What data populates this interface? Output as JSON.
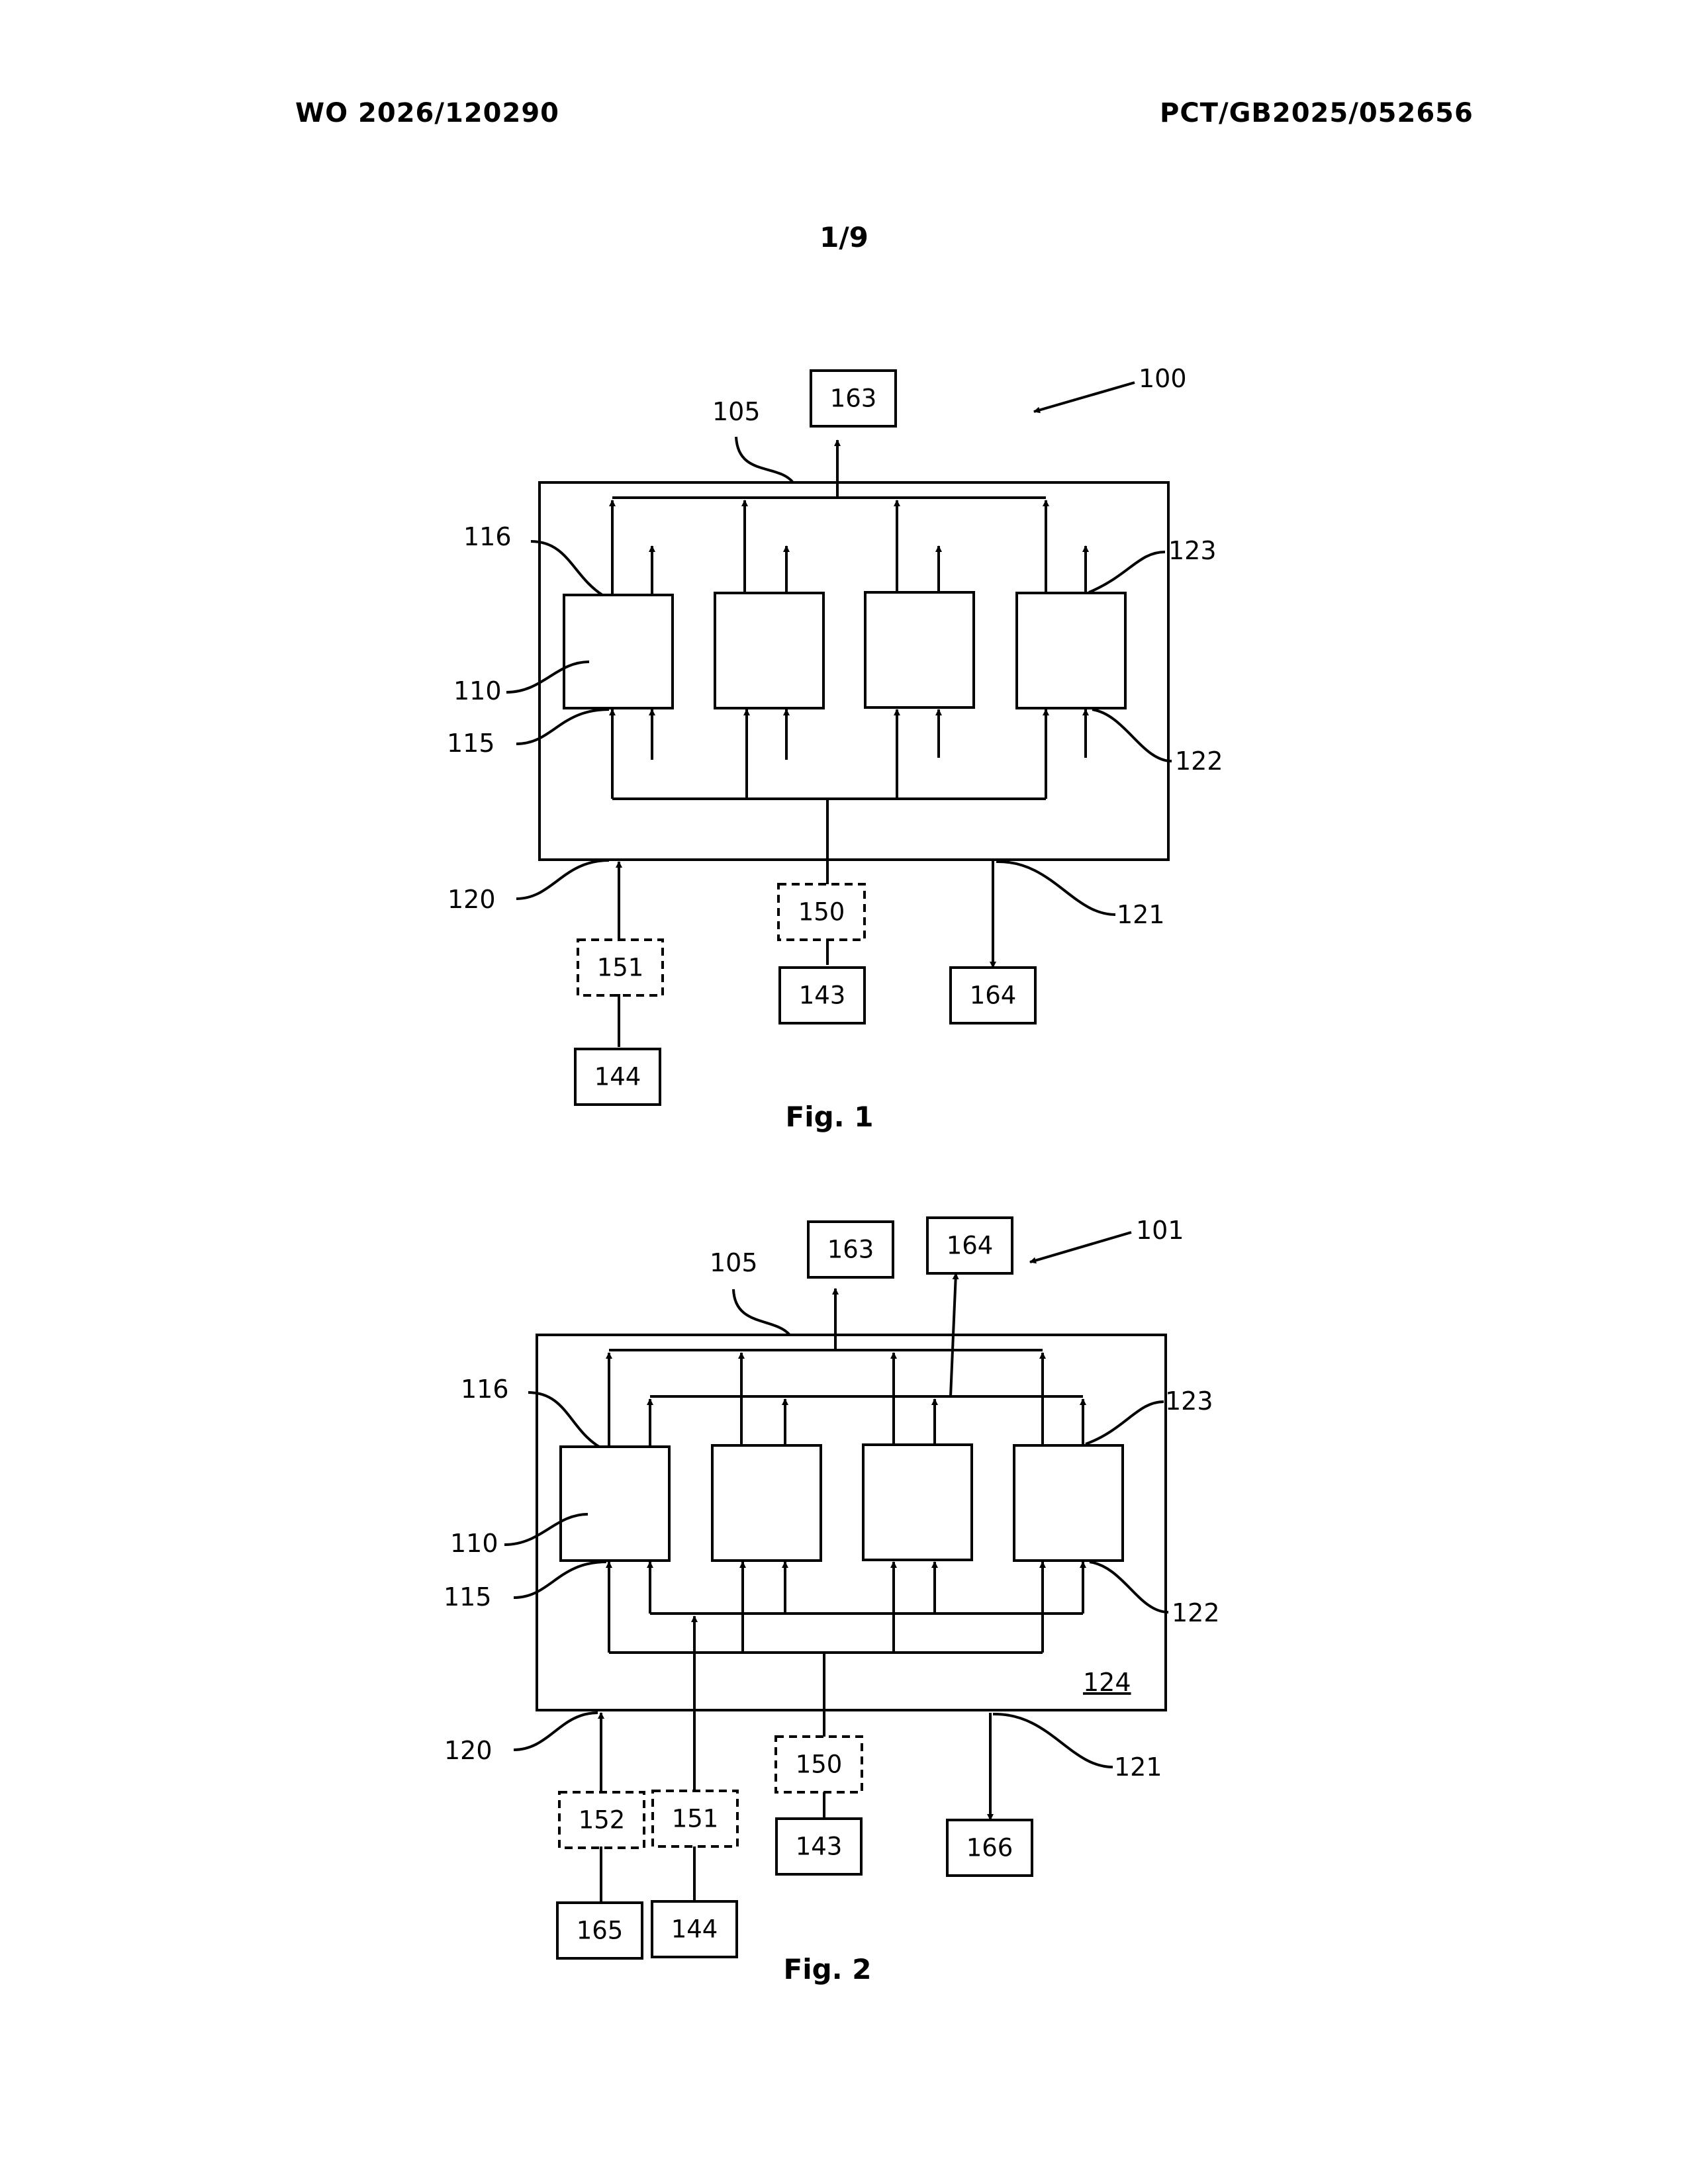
{
  "header": {
    "publication_number": "WO 2026/120290",
    "application_number": "PCT/GB2025/052656",
    "sheet": "1/9"
  },
  "figures": [
    {
      "caption": "Fig. 1",
      "ref": "100",
      "labels": {
        "r105": "105",
        "r116": "116",
        "r123": "123",
        "r110": "110",
        "r115": "115",
        "r122": "122",
        "r120": "120",
        "r121": "121"
      },
      "boxes": {
        "b163": "163",
        "b150": "150",
        "b151": "151",
        "b143": "143",
        "b164": "164",
        "b144": "144"
      }
    },
    {
      "caption": "Fig. 2",
      "ref": "101",
      "labels": {
        "r105": "105",
        "r116": "116",
        "r123": "123",
        "r110": "110",
        "r115": "115",
        "r122": "122",
        "r120": "120",
        "r121": "121",
        "r124": "124"
      },
      "boxes": {
        "b163": "163",
        "b164": "164",
        "b150": "150",
        "b152": "152",
        "b151": "151",
        "b143": "143",
        "b166": "166",
        "b165": "165",
        "b144": "144"
      }
    }
  ]
}
